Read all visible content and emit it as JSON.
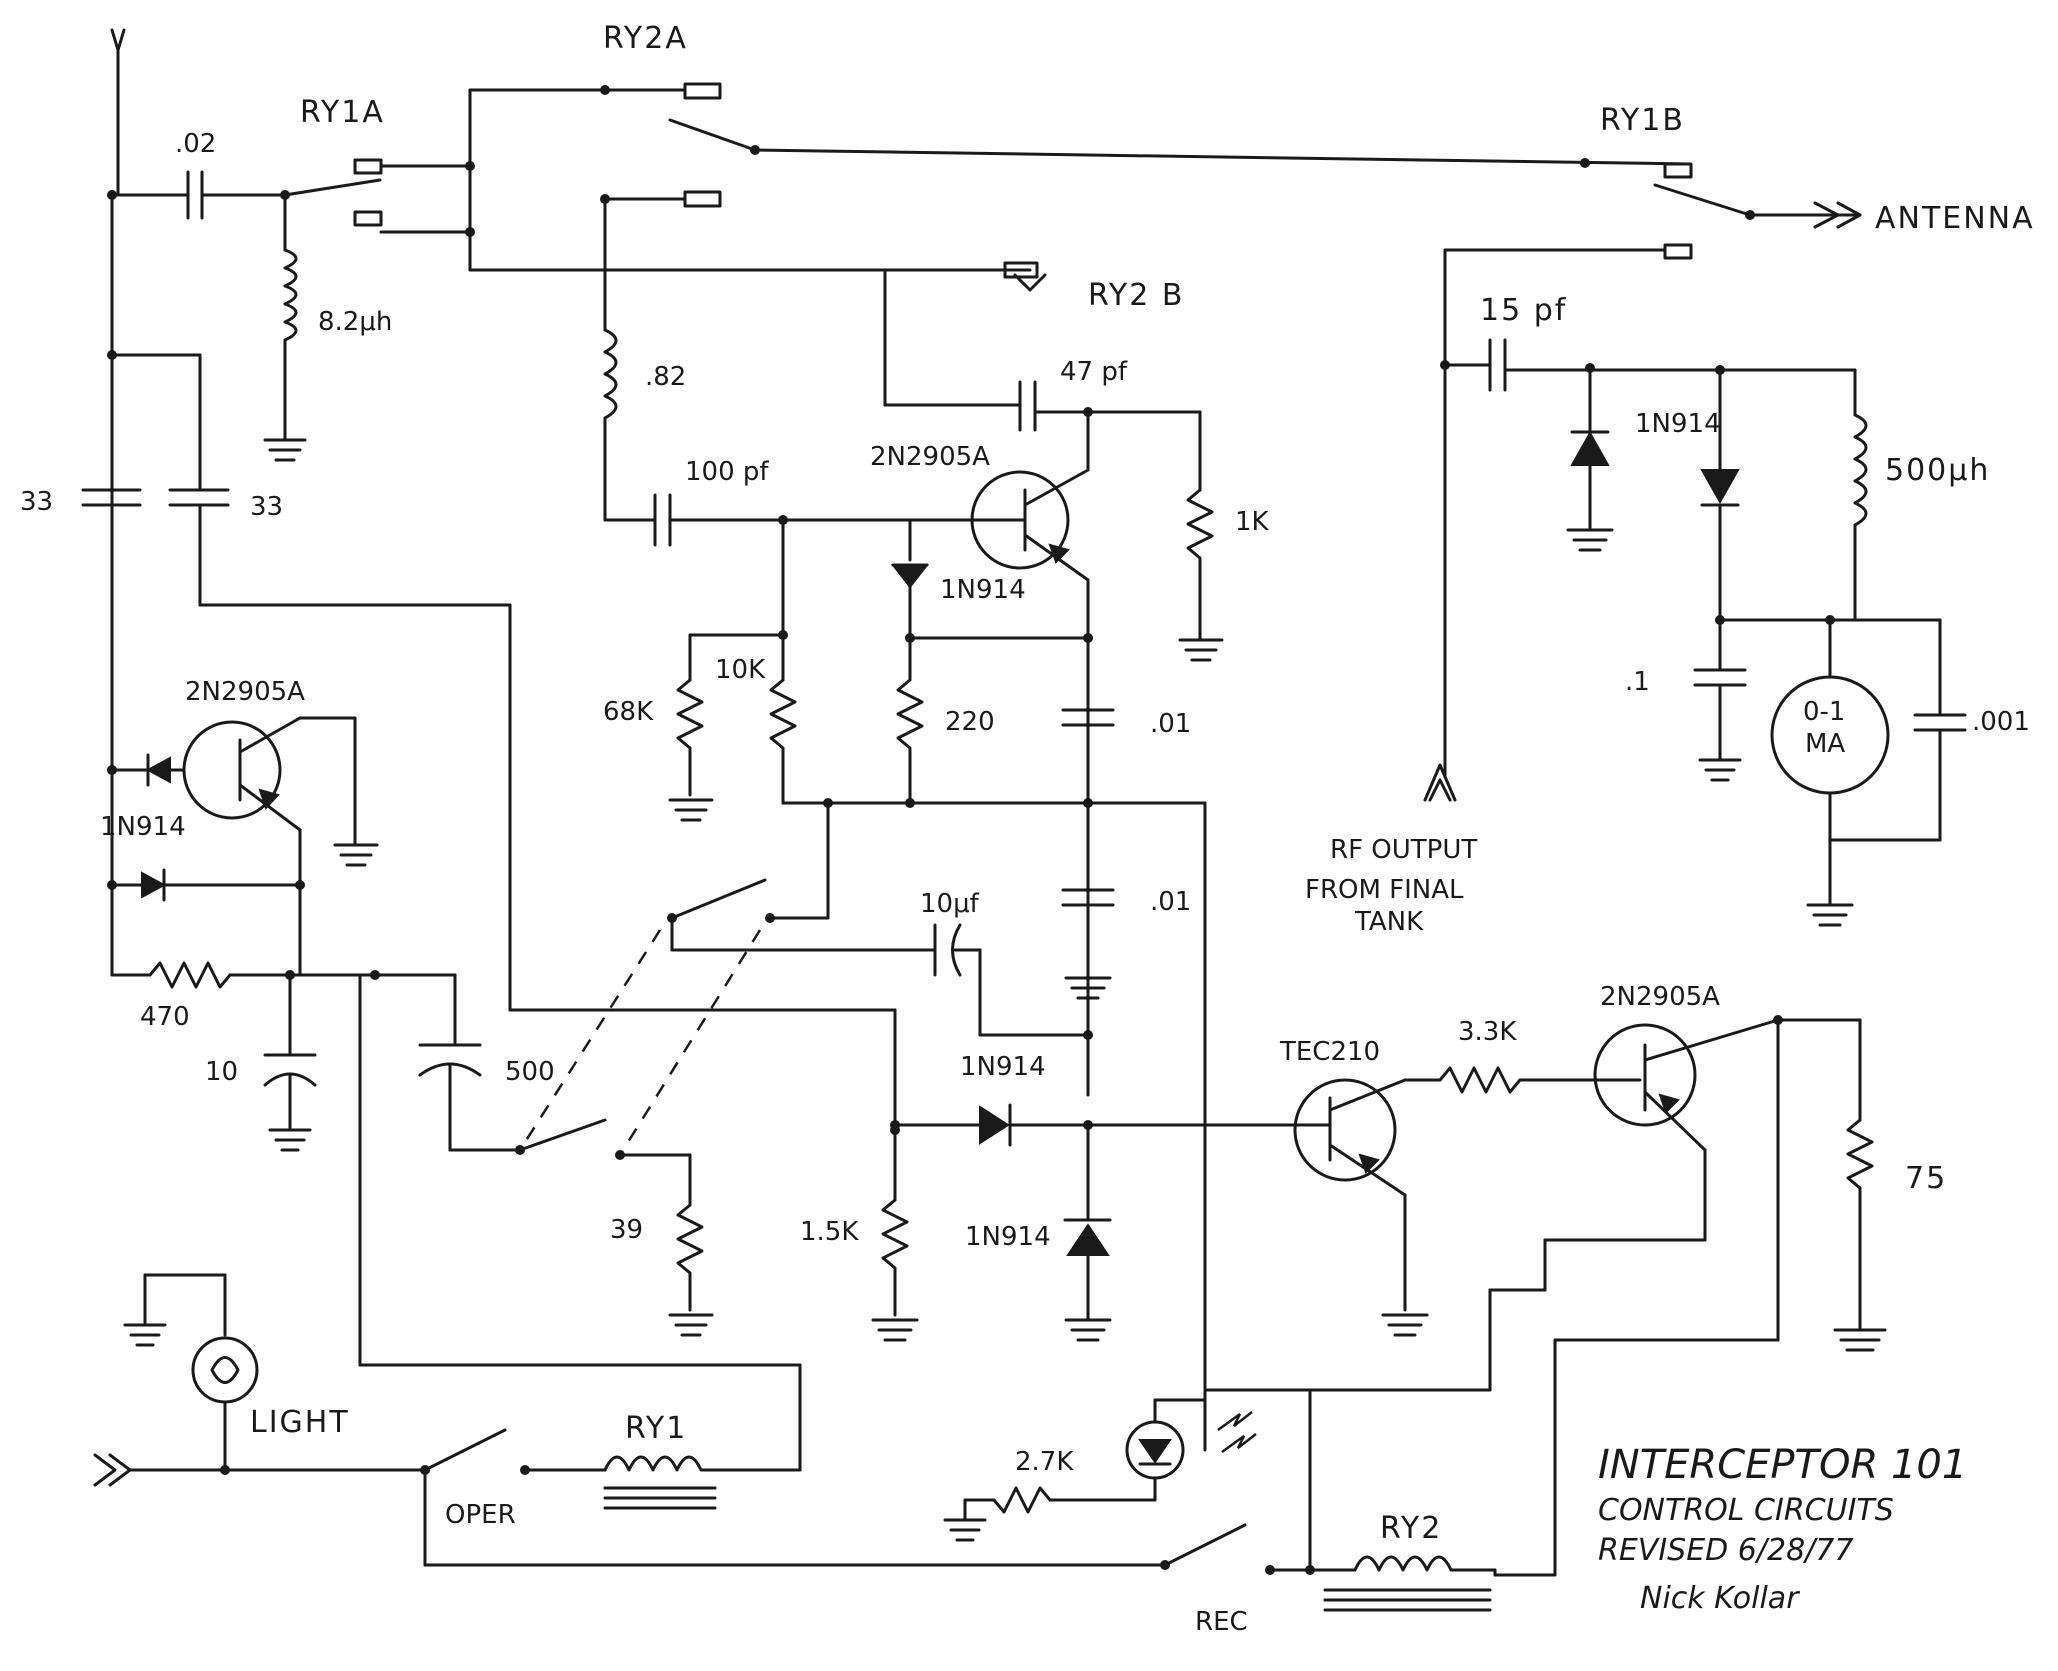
{
  "labels": {
    "ry1a": "RY1A",
    "ry2a": "RY2A",
    "ry1b": "RY1B",
    "ry2b": "RY2 B",
    "antenna": "ANTENNA",
    "cap_02": ".02",
    "ind_82uh": "8.2μh",
    "ind_82": ".82",
    "cap_33_left": "33",
    "cap_33_right": "33",
    "cap_100pf": "100 pf",
    "cap_47pf": "47 pf",
    "q_2n2905a_top": "2N2905A",
    "q_2n2905a_left": "2N2905A",
    "q_2n2905a_right": "2N2905A",
    "res_1k": "1K",
    "diode_1n914_a": "1N914",
    "diode_1n914_b": "1N914",
    "diode_1n914_c": "1N914",
    "diode_1n914_d": "1N914",
    "diode_1n914_e": "1N914",
    "res_68k": "68K",
    "res_10k": "10K",
    "res_220": "220",
    "cap_01_a": ".01",
    "cap_01_b": ".01",
    "cap_10uf": "10μf",
    "res_470": "470",
    "cap_10": "10",
    "cap_500": "500",
    "res_39": "39",
    "res_1_5k": "1.5K",
    "res_2_7k": "2.7K",
    "res_3_3k": "3.3K",
    "res_75": "75",
    "q_tec210": "TEC210",
    "cap_15pf": "15 pf",
    "ind_500uh": "500μh",
    "cap_1": ".1",
    "cap_001": ".001",
    "meter_line1": "0-1",
    "meter_line2": "MA",
    "rf_out_line1": "RF OUTPUT",
    "rf_out_line2": "FROM FINAL",
    "rf_out_line3": "TANK",
    "light": "LIGHT",
    "ry1": "RY1",
    "ry2": "RY2",
    "oper": "OPER",
    "rec": "REC"
  },
  "title": {
    "line1": "INTERCEPTOR 101",
    "line2": "CONTROL CIRCUITS",
    "line3": "REVISED   6/28/77",
    "line4": "Nick Kollar"
  }
}
